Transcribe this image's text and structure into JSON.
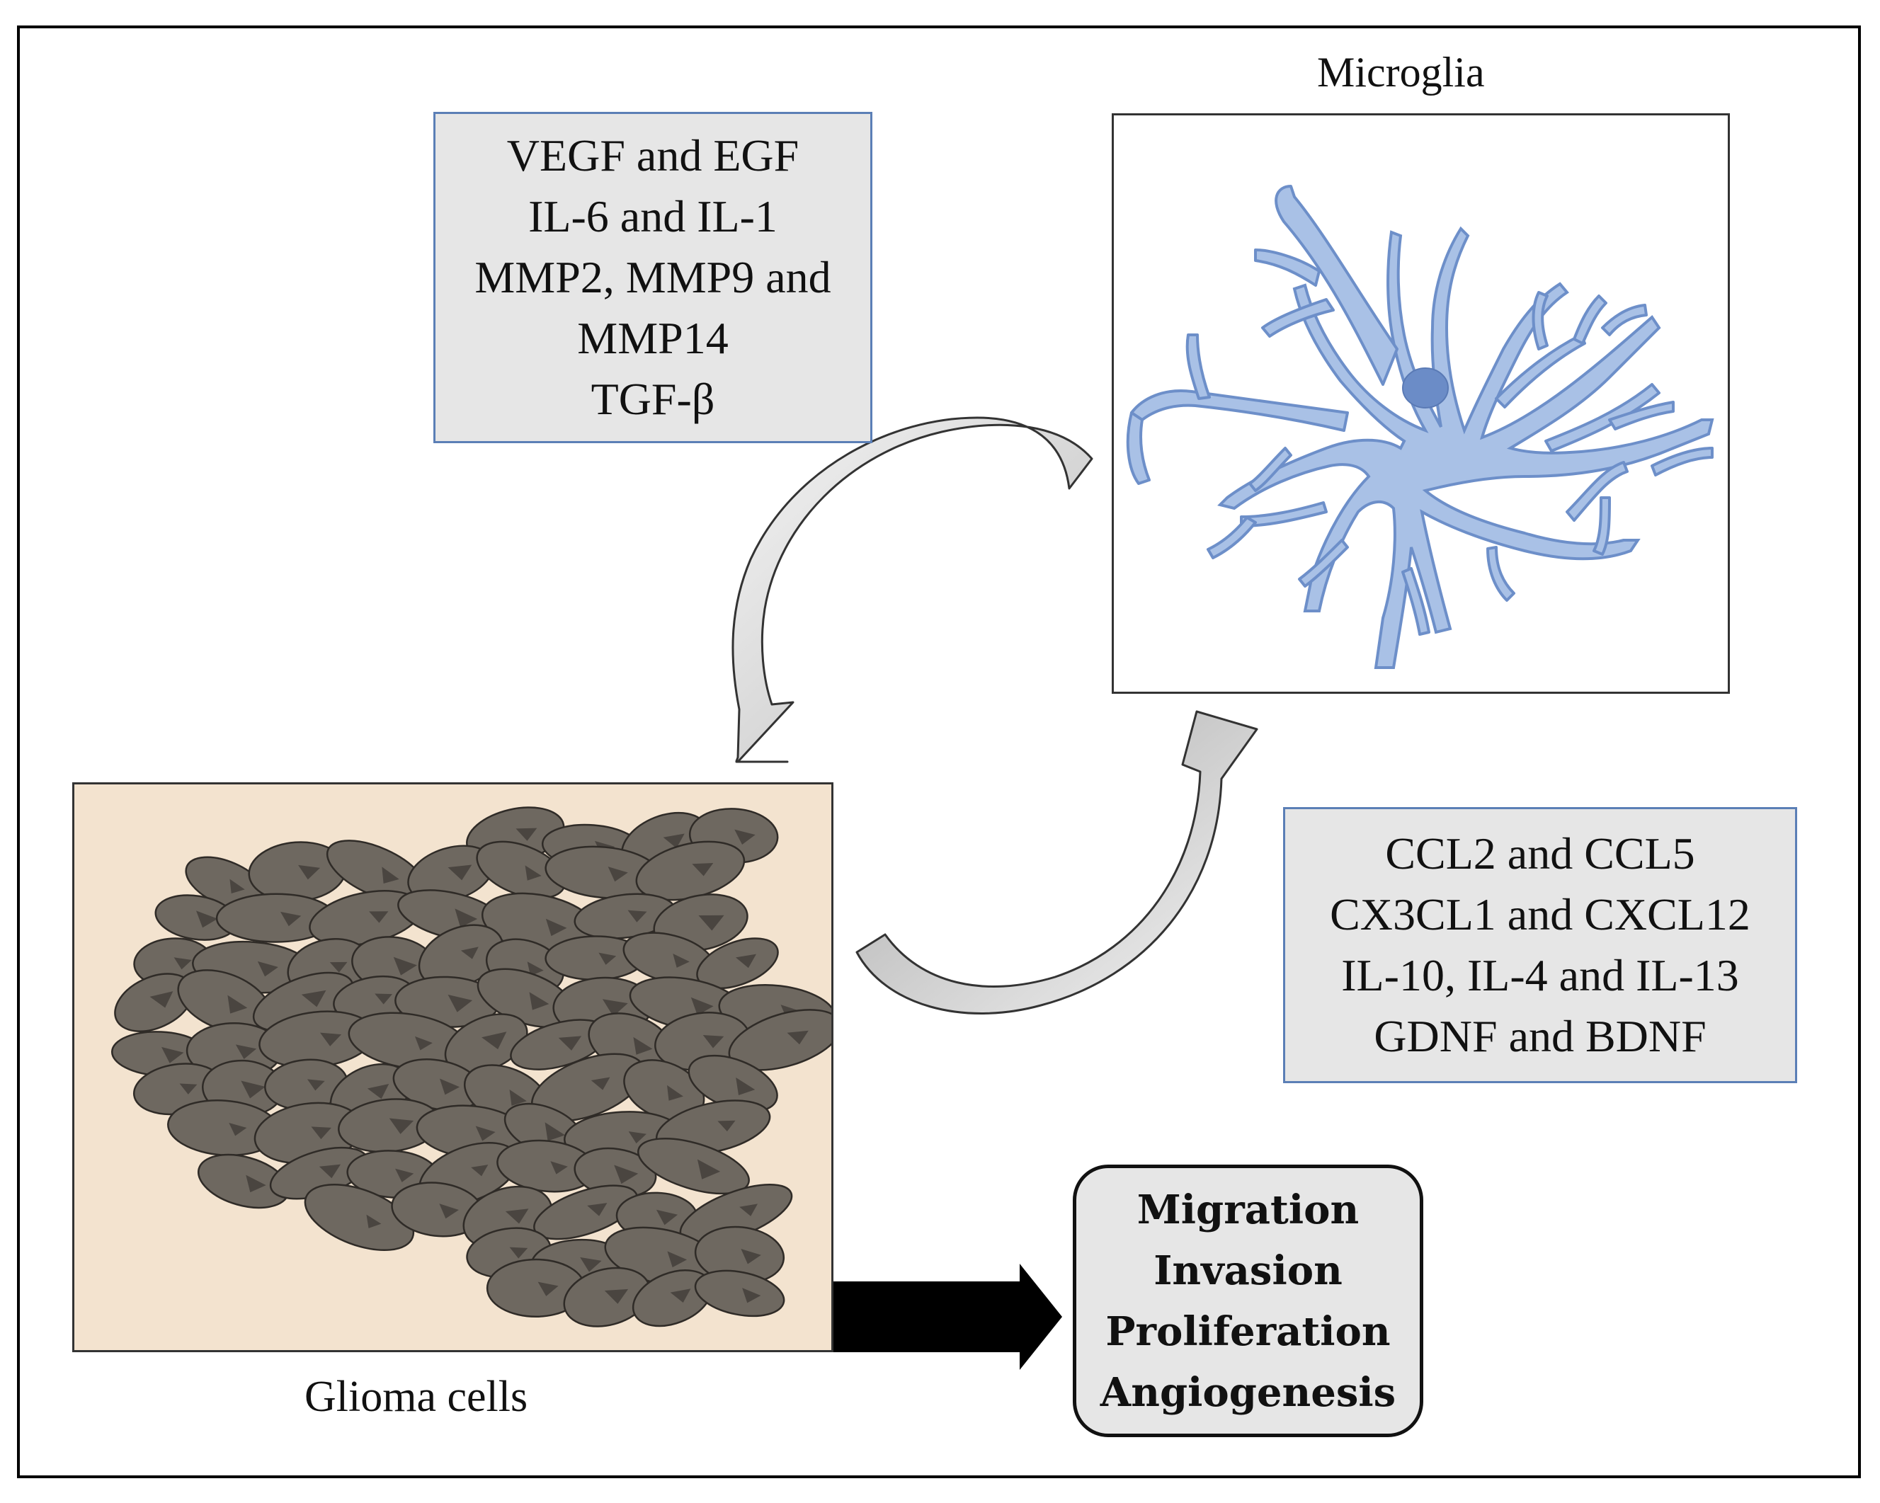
{
  "microglia": {
    "title": "Microglia"
  },
  "glioma": {
    "title": "Glioma cells"
  },
  "glioma_to_microglia_factors": {
    "lines": [
      "VEGF and EGF",
      "IL-6 and IL-1",
      "MMP2, MMP9 and",
      "MMP14",
      "TGF-β"
    ]
  },
  "microglia_to_glioma_factors": {
    "lines": [
      "CCL2 and CCL5",
      "CX3CL1 and CXCL12",
      "IL-10, IL-4 and IL-13",
      "GDNF and BDNF"
    ]
  },
  "outcomes": {
    "lines": [
      "Migration",
      "Invasion",
      "Proliferation",
      "Angiogenesis"
    ]
  },
  "colors": {
    "microglia_fill": "#a9c1e6",
    "microglia_stroke": "#6d8fc9",
    "microglia_nucleus": "#6b8cc7",
    "glioma_background": "#f3e3cf",
    "glioma_cell": "#6e6860",
    "glioma_nucleus": "#4a4540",
    "box_fill": "#e6e6e6",
    "box_border": "#5b7fb6"
  }
}
